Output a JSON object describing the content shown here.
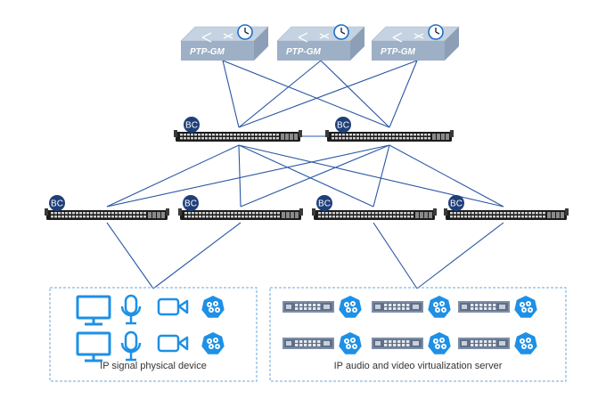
{
  "colors": {
    "link": "#2a57a3",
    "bc_badge": "#1f3f7a",
    "accent_icon": "#1e90e6",
    "group_border": "#6aa7de",
    "switch_body": "#1c1c1c",
    "gm_top": "#c5d2e2",
    "gm_front": "#9eb0c6"
  },
  "grandmasters": [
    {
      "label": "PTP-GM",
      "icon": "clock-icon"
    },
    {
      "label": "PTP-GM",
      "icon": "clock-icon"
    },
    {
      "label": "PTP-GM",
      "icon": "clock-icon"
    }
  ],
  "spine_switches": [
    {
      "badge": "BC"
    },
    {
      "badge": "BC"
    }
  ],
  "leaf_switches": [
    {
      "badge": "BC"
    },
    {
      "badge": "BC"
    },
    {
      "badge": "BC"
    },
    {
      "badge": "BC"
    }
  ],
  "groups": {
    "physical": {
      "caption": "IP signal physical device",
      "icons": [
        "monitor-icon",
        "microphone-icon",
        "video-camera-icon",
        "kubernetes-icon"
      ]
    },
    "virtual": {
      "caption": "IP audio and video virtualization server",
      "icons": [
        "server-icon",
        "kubernetes-icon"
      ]
    }
  }
}
